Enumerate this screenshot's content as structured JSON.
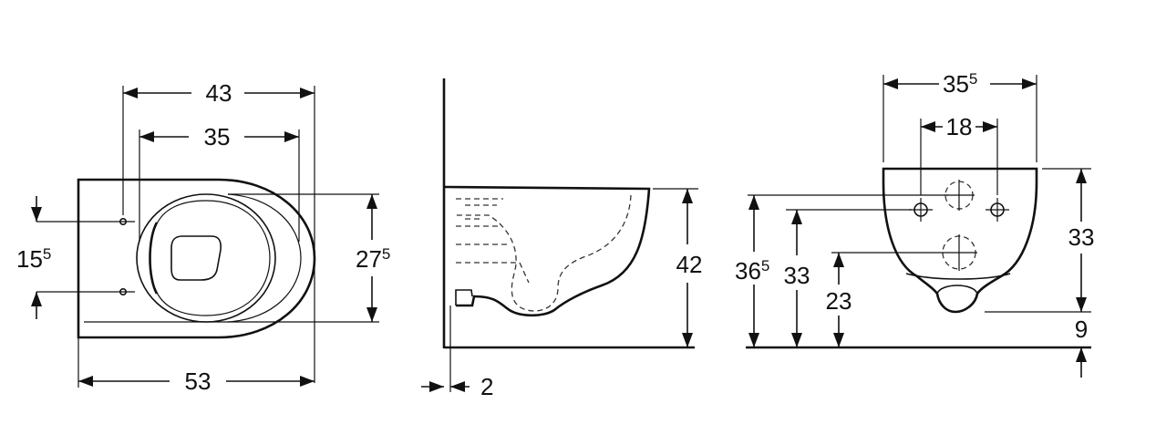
{
  "top_view": {
    "width_outer": "43",
    "width_inner": "35",
    "length": "53",
    "bolt_spacing_main": "15",
    "bolt_spacing_sup": "5",
    "bowl_depth_main": "27",
    "bowl_depth_sup": "5"
  },
  "side_view": {
    "height": "42",
    "wall_gap": "2"
  },
  "front_view": {
    "width_main": "35",
    "width_sup": "5",
    "bolt_spacing": "18",
    "body_height": "33",
    "total_height_main": "36",
    "total_height_sup": "5",
    "bolt_height": "33",
    "outlet_height": "23",
    "bottom_offset": "9"
  }
}
